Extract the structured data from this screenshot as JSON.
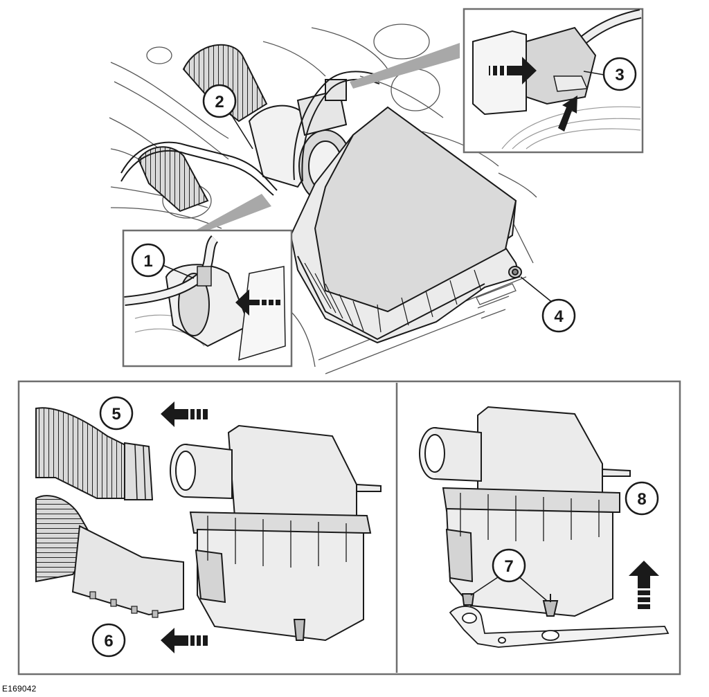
{
  "figure_id": "E169042",
  "callouts": {
    "c1": "1",
    "c2": "2",
    "c3": "3",
    "c4": "4",
    "c5": "5",
    "c6": "6",
    "c7": "7",
    "c8": "8"
  },
  "colors": {
    "line": "#1a1a1a",
    "body_fill": "#ebebeb",
    "box_shade": "#d2d2d2",
    "pipe_fill": "#f2f2f2",
    "frame": "#6e6e6e",
    "leader": "#a8a8a8"
  },
  "icons": [
    "direction-arrow-icon",
    "callout-circle-icon"
  ]
}
